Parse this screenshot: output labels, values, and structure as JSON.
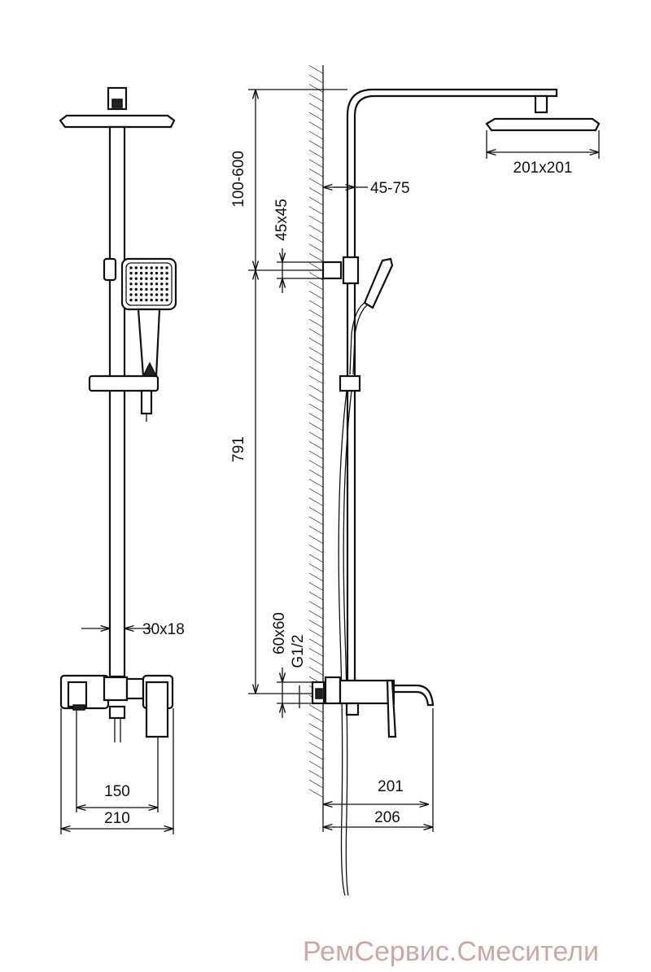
{
  "front_view": {
    "bar_section": "30x18",
    "inner_width": "150",
    "outer_width": "210"
  },
  "side_view": {
    "height_range": "100-600",
    "offset_range": "45-75",
    "bracket_size": "45x45",
    "rail_length": "791",
    "mixer_plate": "60x60",
    "thread": "G1/2",
    "head_size": "201x201",
    "spout_length": "201",
    "total_depth": "206"
  },
  "watermark": "РемСервис.Смесители",
  "colors": {
    "line": "#111111",
    "watermark": "#c9a9a6"
  }
}
